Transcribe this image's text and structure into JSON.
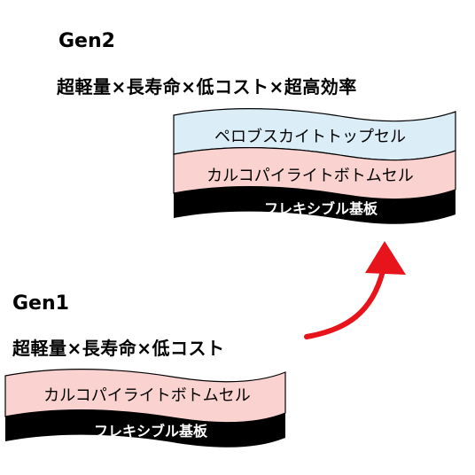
{
  "gen2": {
    "title": "Gen2",
    "features": "超軽量×長寿命×低コスト×超高効率",
    "layers": {
      "top": "ペロブスカイトトップセル",
      "middle": "カルコパイライトボトムセル",
      "substrate": "フレキシブル基板"
    }
  },
  "gen1": {
    "title": "Gen1",
    "features": "超軽量×長寿命×低コスト",
    "layers": {
      "middle": "カルコパイライトボトムセル",
      "substrate": "フレキシブル基板"
    }
  },
  "colors": {
    "perovskite": "#dbeef8",
    "chalcopyrite": "#fad2d0",
    "substrate": "#000000",
    "arrow": "#e8141c"
  }
}
